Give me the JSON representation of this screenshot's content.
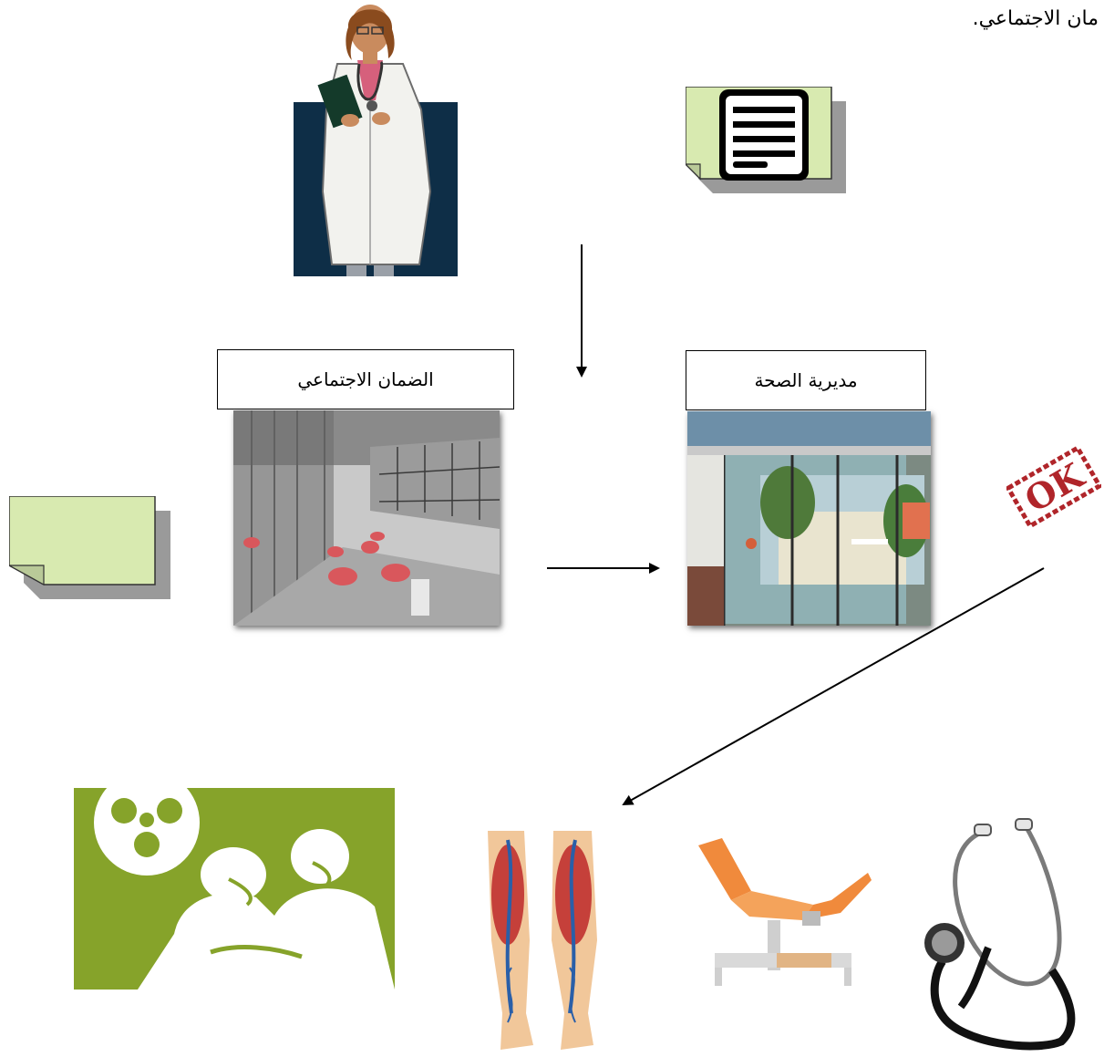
{
  "header": {
    "partial_text": "مان الاجتماعي."
  },
  "flow": {
    "social_security_label": "الضمان الاجتماعي",
    "health_directorate_label": "مديرية الصحة"
  },
  "stamp": {
    "text": "OK"
  },
  "colors": {
    "note_fill": "#d8eab0",
    "navy_background": "#0e2e47",
    "surgery_green": "#86a32a",
    "stamp_red": "#b0252a",
    "chair_orange": "#f08a3c"
  },
  "icons": [
    "doctor-figure",
    "document-note-icon",
    "blank-note-icon",
    "ok-stamp-icon",
    "surgery-icon",
    "leg-veins-anatomy",
    "exam-chair",
    "stethoscope-icon"
  ]
}
